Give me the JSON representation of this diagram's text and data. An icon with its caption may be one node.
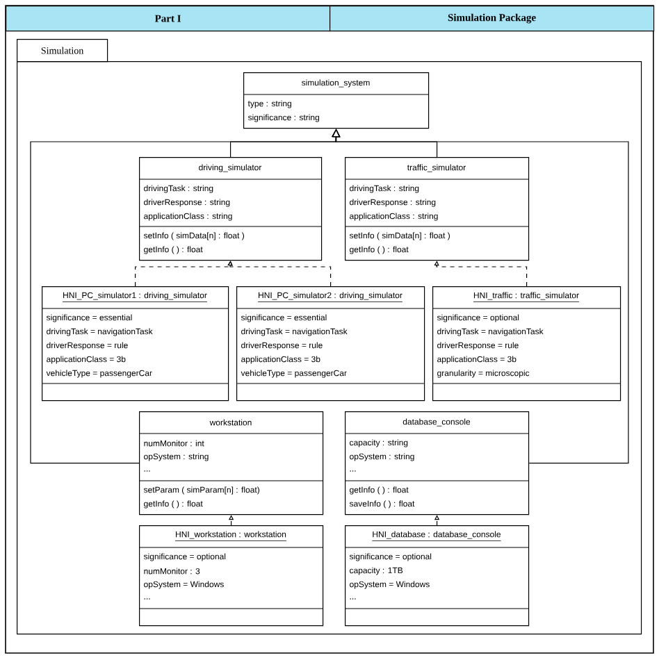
{
  "diagram": {
    "nodes": [
      {
        "text": [
          "Simulation"
        ]
      },
      {
        "text": [
          "simulation_system",
          "type : string",
          "significance : string"
        ],
        "in": 0
      },
      {
        "text": [
          "driving_simulator",
          "drivingTask : string",
          "driverResponse : string",
          "applicationClass : string",
          "setInfo ( simData[n] : float )",
          "getInfo ( ) : float"
        ],
        "in": 0
      },
      {
        "text": [
          "traffic_simulator",
          "drivingTask : string",
          "driverResponse : string",
          "applicationClass : string",
          "setInfo ( simData[n] : float )",
          "getInfo ( ) : float"
        ],
        "in": 0
      },
      {
        "text": [
          "HNI_PC_simulator1 : driving_simulator",
          "significance = essential",
          "drivingTask = navigationTask",
          "driverResponse = rule",
          "applicationClass = 3b",
          "vehicleType = passengerCar"
        ],
        "in": 0
      },
      {
        "text": [
          "HNI_PC_simulator2 : driving_simulator",
          "significance = essential",
          "drivingTask = navigationTask",
          "driverResponse = rule",
          "applicationClass = 3b",
          "vehicleType = passengerCar"
        ],
        "in": 0
      },
      {
        "text": [
          "HNI_traffic : traffic_simulator",
          "significance = optional",
          "drivingTask = navigationTask",
          "driverResponse = rule",
          "applicationClass = 3b",
          "granularity = microscopic"
        ],
        "in": 0
      },
      {
        "text": [
          "workstation",
          "numMonitor : int",
          "opSystem : string",
          "...",
          "setParam ( simParam[n] : float)",
          "getInfo ( ) : float"
        ],
        "in": 0
      },
      {
        "text": [
          "database_console",
          "capacity : string",
          "opSystem : string",
          "...",
          "getInfo ( ) : float",
          "saveInfo ( ) : float"
        ],
        "in": 0
      },
      {
        "text": [
          "HNI_workstation : workstation",
          "significance = optional",
          "numMonitor : 3",
          "opSystem = Windows",
          "..."
        ],
        "in": 0
      },
      {
        "text": [
          "HNI_database : database_console",
          "significance = optional",
          "capacity : 1TB",
          "opSystem = Windows",
          "..."
        ],
        "in": 0
      }
    ],
    "edges": [
      {
        "from": 2,
        "to": 1,
        "arrow": "to"
      },
      {
        "from": 3,
        "to": 1,
        "arrow": "to"
      },
      {
        "from": 7,
        "to": 1,
        "arrow": "to"
      },
      {
        "from": 8,
        "to": 1,
        "arrow": "to"
      },
      {
        "from": 4,
        "to": 2,
        "arrow": "to",
        "style": "dashed"
      },
      {
        "from": 5,
        "to": 2,
        "arrow": "to",
        "style": "dashed"
      },
      {
        "from": 6,
        "to": 3,
        "arrow": "to",
        "style": "dashed"
      },
      {
        "from": 9,
        "to": 7,
        "arrow": "to",
        "style": "dashed"
      },
      {
        "from": 10,
        "to": 8,
        "arrow": "to",
        "style": "dashed"
      }
    ],
    "labels": [
      "Part I",
      "Simulation Package"
    ]
  }
}
